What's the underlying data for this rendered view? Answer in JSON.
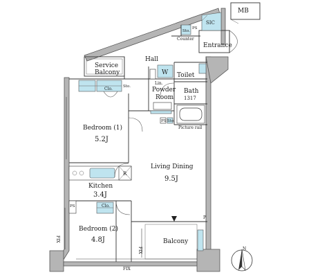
{
  "rooms": {
    "mb": "MB",
    "sic": "SIC",
    "sto_top": "Sto.",
    "ps_top": "PS",
    "counter": "Counter",
    "entrance": "Entrance",
    "hall": "Hall",
    "service_balcony_1": "Service",
    "service_balcony_2": "Balcony",
    "w": "W",
    "toilet": "Toilet",
    "lin": "Lin.",
    "powder_1": "Powder",
    "powder_2": "Room",
    "clo_top": "Clo.",
    "sto_mid": "Sto.",
    "bath": "Bath",
    "bath_size": "1317",
    "ps_mid": "PS",
    "sto_small": "Sto.",
    "picture_rail": "Picture rail",
    "bedroom1": "Bedroom (1)",
    "bedroom1_size": "5.2J",
    "living": "Living Dining",
    "living_size": "9.5J",
    "r": "R",
    "kitchen": "Kitchen",
    "kitchen_size": "3.4J",
    "ps_left": "PS",
    "clo_bottom": "Clo.",
    "bedroom2": "Bedroom (2)",
    "bedroom2_size": "4.8J",
    "balcony": "Balcony",
    "p": "P",
    "fix_left": "FIX",
    "fix_mid": "FIX",
    "fix_bottom": "FIX",
    "north": "N"
  }
}
